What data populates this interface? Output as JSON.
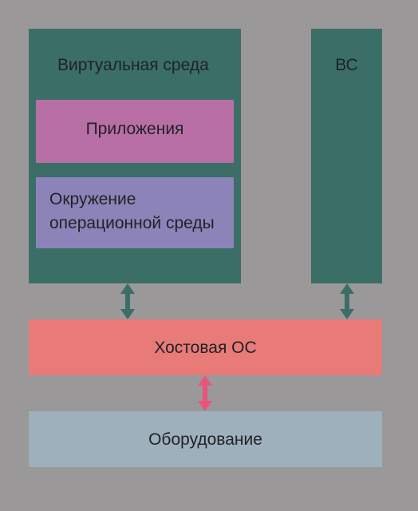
{
  "diagram": {
    "virtual_env": {
      "title": "Виртуальная  среда"
    },
    "applications": {
      "label": "Приложения"
    },
    "os_environment": {
      "line1": "Окружение",
      "line2": "операционной среды"
    },
    "vm": {
      "label": "ВС"
    },
    "host_os": {
      "label": "Хостовая ОС"
    },
    "hardware": {
      "label": "Оборудование"
    }
  },
  "colors": {
    "background": "#9a9898",
    "virtual_env": "#3b6e66",
    "applications": "#b86fa5",
    "os_environment": "#8c84b8",
    "host_os": "#e87a78",
    "hardware": "#9eb0bc",
    "arrow_teal": "#3b6e66",
    "arrow_pink": "#e8557a"
  }
}
